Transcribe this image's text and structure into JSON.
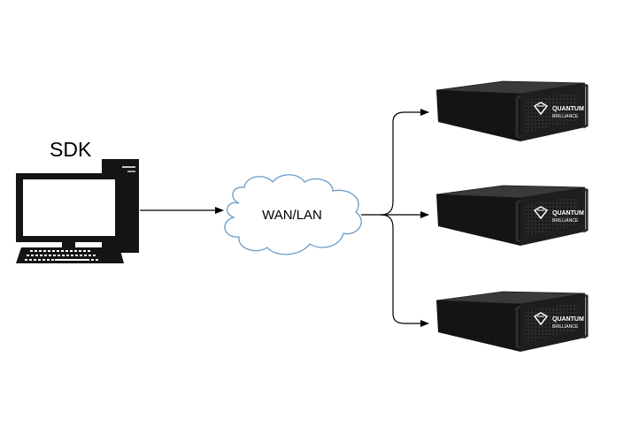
{
  "computer": {
    "label": "SDK"
  },
  "network": {
    "label": "WAN/LAN"
  },
  "servers": [
    {
      "brand_line1": "QUANTUM",
      "brand_line2": "BRILLIANCE"
    },
    {
      "brand_line1": "QUANTUM",
      "brand_line2": "BRILLIANCE"
    },
    {
      "brand_line1": "QUANTUM",
      "brand_line2": "BRILLIANCE"
    }
  ],
  "colors": {
    "line": "#000000",
    "cloud_stroke": "#6a9bc6",
    "server_body": "#141414",
    "server_panel": "#1e1e1e",
    "monitor_screen": "#ffffff"
  }
}
